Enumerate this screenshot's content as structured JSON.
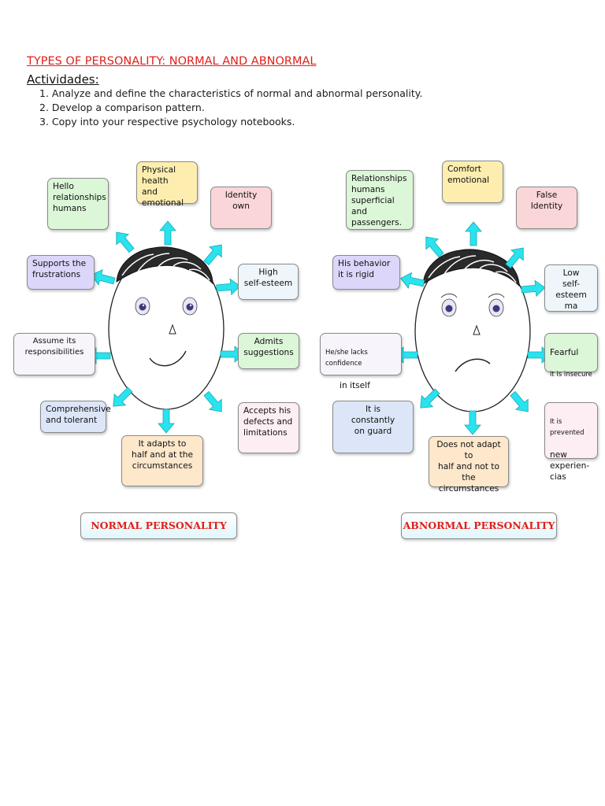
{
  "header": {
    "title": "TYPES OF PERSONALITY: NORMAL AND ABNORMAL",
    "subtitle": "Actividades:",
    "tasks": [
      "1. Analyze and define the characteristics of normal and abnormal personality.",
      "2. Develop a comparison pattern.",
      "3. Copy into your respective psychology notebooks."
    ]
  },
  "normal": {
    "label": "NORMAL PERSONALITY",
    "boxes": {
      "physical": "Physical health\nand emotional",
      "hello": "Hello\nrelationships\nhumans",
      "identity": "Identity\nown",
      "supports": "Supports the\nfrustrations",
      "esteem": "High\nself-esteem",
      "assume": "Assume its\nresponsibilities",
      "admits": "Admits\nsuggestions",
      "comprehensive": "Comprehensive\nand tolerant",
      "accepts": "Accepts his\ndefects and\nlimitations",
      "adapts": "It adapts to\nhalf and at the\ncircumstances"
    }
  },
  "abnormal": {
    "label": "ABNORMAL PERSONALITY",
    "boxes": {
      "comfort": "Comfort\nemotional",
      "relationships": "Relationships\nhumans\nsuperficial\nand passengers.",
      "false": "False\nIdentity",
      "behavior": "His behavior\nit is rigid",
      "low": "Low\nself-esteem\nma",
      "lacks_small": "He/she lacks confidence",
      "lacks": "in itself",
      "fearful": "Fearful",
      "fearful_small": "it is insecure",
      "guard": "It is\nconstantly\non guard",
      "notadapt": "Does not adapt to\nhalf and not to the\ncircumstances",
      "prevented_small": "It is prevented",
      "prevented": "new\nexperien-\ncias"
    }
  },
  "colors": {
    "title_red": "#e0201a",
    "arrow_cyan": "#29e3ee"
  }
}
